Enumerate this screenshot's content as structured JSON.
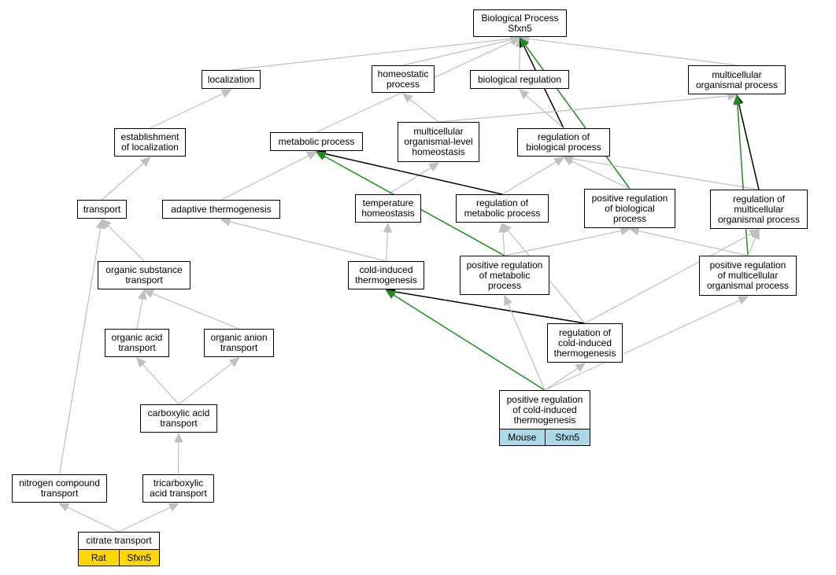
{
  "colors": {
    "gray_edge": "#c0c0c0",
    "black_edge": "#000000",
    "green_edge": "#228b22",
    "rat_tag": "#ffd700",
    "mouse_tag": "#add8e6"
  },
  "nodes": {
    "biological_process": "Biological Process\nSfxn5",
    "localization": "localization",
    "homeostatic_process": "homeostatic\nprocess",
    "biological_regulation": "biological regulation",
    "multicellular_organismal_process": "multicellular\norganismal process",
    "establishment_of_localization": "establishment\nof localization",
    "metabolic_process": "metabolic process",
    "multicellular_organismal_level_homeostasis": "multicellular\norganismal-level\nhomeostasis",
    "regulation_of_biological_process": "regulation of\nbiological process",
    "transport": "transport",
    "adaptive_thermogenesis": "adaptive thermogenesis",
    "temperature_homeostasis": "temperature\nhomeostasis",
    "regulation_of_metabolic_process": "regulation of\nmetabolic process",
    "positive_regulation_of_biological_process": "positive regulation\nof biological\nprocess",
    "regulation_of_multicellular_organismal_process": "regulation of\nmulticellular\norganismal process",
    "organic_substance_transport": "organic substance\ntransport",
    "cold_induced_thermogenesis": "cold-induced\nthermogenesis",
    "positive_regulation_of_metabolic_process": "positive regulation\nof metabolic\nprocess",
    "positive_regulation_of_multicellular_organismal_process": "positive regulation\nof multicellular\norganismal process",
    "organic_acid_transport": "organic acid\ntransport",
    "organic_anion_transport": "organic anion\ntransport",
    "regulation_of_cold_induced_thermogenesis": "regulation of\ncold-induced\nthermogenesis",
    "carboxylic_acid_transport": "carboxylic acid\ntransport",
    "positive_regulation_of_cold_induced_thermogenesis": "positive regulation\nof cold-induced\nthermogenesis",
    "nitrogen_compound_transport": "nitrogen compound\ntransport",
    "tricarboxylic_acid_transport": "tricarboxylic\nacid transport",
    "citrate_transport": "citrate transport"
  },
  "tags": {
    "citrate": {
      "species": "Rat",
      "gene": "Sfxn5"
    },
    "cold": {
      "species": "Mouse",
      "gene": "Sfxn5"
    }
  },
  "edges": [
    {
      "from": "localization",
      "to": "biological_process",
      "color": "gray"
    },
    {
      "from": "homeostatic_process",
      "to": "biological_process",
      "color": "gray"
    },
    {
      "from": "biological_regulation",
      "to": "biological_process",
      "color": "gray"
    },
    {
      "from": "multicellular_organismal_process",
      "to": "biological_process",
      "color": "gray"
    },
    {
      "from": "metabolic_process",
      "to": "biological_process",
      "color": "gray"
    },
    {
      "from": "regulation_of_biological_process",
      "to": "biological_process",
      "color": "black"
    },
    {
      "from": "positive_regulation_of_biological_process",
      "to": "biological_process",
      "color": "green"
    },
    {
      "from": "establishment_of_localization",
      "to": "localization",
      "color": "gray"
    },
    {
      "from": "transport",
      "to": "establishment_of_localization",
      "color": "gray"
    },
    {
      "from": "multicellular_organismal_level_homeostasis",
      "to": "homeostatic_process",
      "color": "gray"
    },
    {
      "from": "multicellular_organismal_level_homeostasis",
      "to": "multicellular_organismal_process",
      "color": "gray"
    },
    {
      "from": "regulation_of_biological_process",
      "to": "biological_regulation",
      "color": "gray"
    },
    {
      "from": "temperature_homeostasis",
      "to": "multicellular_organismal_level_homeostasis",
      "color": "gray"
    },
    {
      "from": "adaptive_thermogenesis",
      "to": "metabolic_process",
      "color": "gray"
    },
    {
      "from": "regulation_of_metabolic_process",
      "to": "metabolic_process",
      "color": "black"
    },
    {
      "from": "positive_regulation_of_metabolic_process",
      "to": "metabolic_process",
      "color": "green"
    },
    {
      "from": "regulation_of_metabolic_process",
      "to": "regulation_of_biological_process",
      "color": "gray"
    },
    {
      "from": "positive_regulation_of_biological_process",
      "to": "regulation_of_biological_process",
      "color": "gray"
    },
    {
      "from": "regulation_of_multicellular_organismal_process",
      "to": "regulation_of_biological_process",
      "color": "gray"
    },
    {
      "from": "regulation_of_multicellular_organismal_process",
      "to": "multicellular_organismal_process",
      "color": "black"
    },
    {
      "from": "positive_regulation_of_multicellular_organismal_process",
      "to": "multicellular_organismal_process",
      "color": "green"
    },
    {
      "from": "organic_substance_transport",
      "to": "transport",
      "color": "gray"
    },
    {
      "from": "nitrogen_compound_transport",
      "to": "transport",
      "color": "gray"
    },
    {
      "from": "cold_induced_thermogenesis",
      "to": "adaptive_thermogenesis",
      "color": "gray"
    },
    {
      "from": "cold_induced_thermogenesis",
      "to": "temperature_homeostasis",
      "color": "gray"
    },
    {
      "from": "positive_regulation_of_metabolic_process",
      "to": "regulation_of_metabolic_process",
      "color": "gray"
    },
    {
      "from": "positive_regulation_of_metabolic_process",
      "to": "positive_regulation_of_biological_process",
      "color": "gray"
    },
    {
      "from": "positive_regulation_of_multicellular_organismal_process",
      "to": "positive_regulation_of_biological_process",
      "color": "gray"
    },
    {
      "from": "positive_regulation_of_multicellular_organismal_process",
      "to": "regulation_of_multicellular_organismal_process",
      "color": "gray"
    },
    {
      "from": "organic_acid_transport",
      "to": "organic_substance_transport",
      "color": "gray"
    },
    {
      "from": "organic_anion_transport",
      "to": "organic_substance_transport",
      "color": "gray"
    },
    {
      "from": "regulation_of_cold_induced_thermogenesis",
      "to": "cold_induced_thermogenesis",
      "color": "black"
    },
    {
      "from": "regulation_of_cold_induced_thermogenesis",
      "to": "regulation_of_metabolic_process",
      "color": "gray"
    },
    {
      "from": "regulation_of_cold_induced_thermogenesis",
      "to": "regulation_of_multicellular_organismal_process",
      "color": "gray"
    },
    {
      "from": "carboxylic_acid_transport",
      "to": "organic_acid_transport",
      "color": "gray"
    },
    {
      "from": "carboxylic_acid_transport",
      "to": "organic_anion_transport",
      "color": "gray"
    },
    {
      "from": "positive_regulation_of_cold_induced_thermogenesis",
      "to": "cold_induced_thermogenesis",
      "color": "green"
    },
    {
      "from": "positive_regulation_of_cold_induced_thermogenesis",
      "to": "positive_regulation_of_metabolic_process",
      "color": "gray"
    },
    {
      "from": "positive_regulation_of_cold_induced_thermogenesis",
      "to": "regulation_of_cold_induced_thermogenesis",
      "color": "gray"
    },
    {
      "from": "positive_regulation_of_cold_induced_thermogenesis",
      "to": "positive_regulation_of_multicellular_organismal_process",
      "color": "gray"
    },
    {
      "from": "tricarboxylic_acid_transport",
      "to": "carboxylic_acid_transport",
      "color": "gray"
    },
    {
      "from": "citrate_transport",
      "to": "nitrogen_compound_transport",
      "color": "gray"
    },
    {
      "from": "citrate_transport",
      "to": "tricarboxylic_acid_transport",
      "color": "gray"
    }
  ]
}
